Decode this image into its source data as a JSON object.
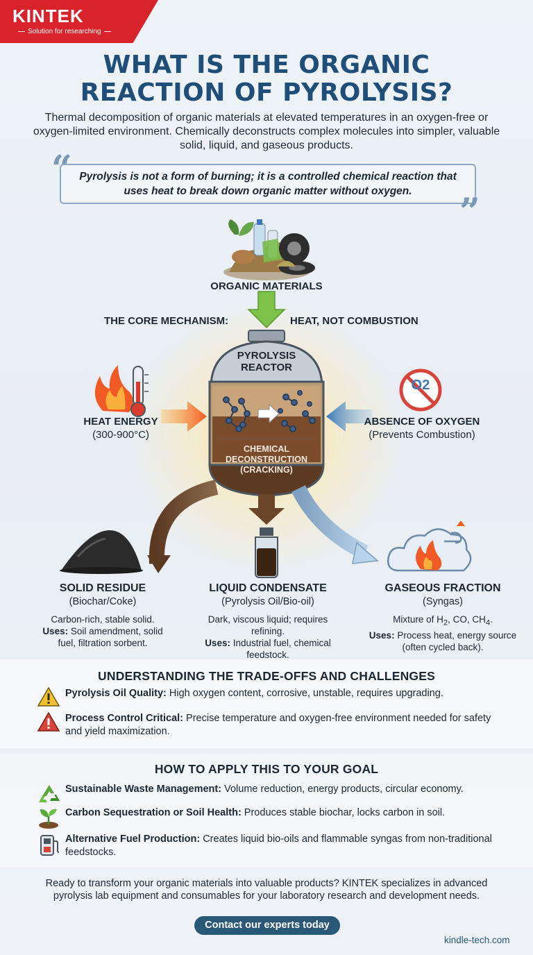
{
  "brand": {
    "name": "KINTEK",
    "tagline": "Solution for researching"
  },
  "header": {
    "title_line1": "WHAT IS THE ORGANIC",
    "title_line2": "REACTION OF PYROLYSIS?",
    "subtitle": "Thermal decomposition of organic materials at elevated temperatures in an oxygen-free or oxygen-limited environment. Chemically deconstructs complex molecules into simpler, valuable solid, liquid, and gaseous products.",
    "quote": "Pyrolysis is not a form of burning; it is a controlled chemical reaction that uses heat to break down organic matter without oxygen."
  },
  "diagram": {
    "input_label": "ORGANIC MATERIALS",
    "mechanism_left": "THE CORE MECHANISM:",
    "mechanism_right": "HEAT, NOT COMBUSTION",
    "reactor_line1": "PYROLYSIS",
    "reactor_line2": "REACTOR",
    "reactor_bottom_line1": "CHEMICAL",
    "reactor_bottom_line2": "DECONSTRUCTION",
    "reactor_bottom_line3": "(CRACKING)",
    "heat_label": "HEAT ENERGY",
    "heat_range": "(300-900°C)",
    "oxygen_label": "ABSENCE OF OXYGEN",
    "oxygen_sub": "(Prevents Combustion)",
    "o2_symbol": "O2"
  },
  "products": [
    {
      "title": "SOLID RESIDUE",
      "sub": "(Biochar/Coke)",
      "desc": "Carbon-rich, stable solid.",
      "uses_label": "Uses:",
      "uses": "Soil amendment, solid fuel, filtration sorbent."
    },
    {
      "title": "LIQUID CONDENSATE",
      "sub": "(Pyrolysis Oil/Bio-oil)",
      "desc": "Dark, viscous liquid; requires refining.",
      "uses_label": "Uses:",
      "uses": "Industrial fuel, chemical feedstock."
    },
    {
      "title": "GASEOUS FRACTION",
      "sub": "(Syngas)",
      "desc_prefix": "Mixture of H",
      "desc_h_sub": "2",
      "desc_mid": ", CO, CH",
      "desc_ch_sub": "4",
      "desc_end": ".",
      "uses_label": "Uses:",
      "uses": "Process heat, energy source (often cycled back)."
    }
  ],
  "tradeoffs": {
    "title": "UNDERSTANDING THE TRADE-OFFS AND CHALLENGES",
    "items": [
      {
        "label": "Pyrolysis Oil Quality:",
        "text": " High oxygen content, corrosive, unstable, requires upgrading."
      },
      {
        "label": "Process Control Critical:",
        "text": " Precise temperature and oxygen-free environment needed for safety and yield maximization."
      }
    ]
  },
  "goals": {
    "title": "HOW TO APPLY THIS TO YOUR GOAL",
    "items": [
      {
        "label": "Sustainable Waste Management:",
        "text": " Volume reduction, energy products, circular economy."
      },
      {
        "label": "Carbon Sequestration or Soil Health:",
        "text": " Produces stable biochar, locks carbon in soil."
      },
      {
        "label": "Alternative Fuel Production:",
        "text": " Creates liquid bio-oils and flammable syngas from non-traditional feedstocks."
      }
    ]
  },
  "footer": {
    "text": "Ready to transform your organic materials into valuable products? KINTEK specializes in advanced pyrolysis lab equipment and consumables for your laboratory research and development needs.",
    "cta": "Contact our experts today",
    "site": "kindle-tech.com"
  },
  "colors": {
    "brand_red": "#d8232a",
    "title_blue": "#1f4e79",
    "cta_blue": "#2a5877",
    "warning_yellow": "#f2c12e",
    "alert_red": "#d9443a"
  }
}
